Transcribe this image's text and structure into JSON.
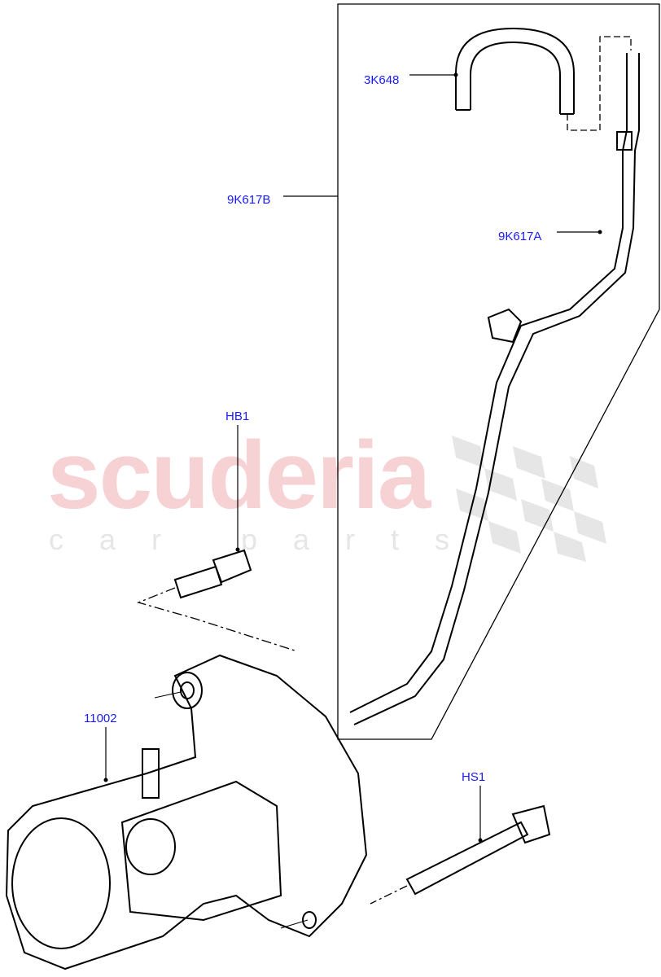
{
  "watermark": {
    "brand": "scuderia",
    "tagline": "car parts",
    "brand_color": "#f7d2d4"
  },
  "labels": {
    "hose_small": "3K648",
    "hose_assembly": "9K617B",
    "hose_main": "9K617A",
    "bolt_hb1": "HB1",
    "starter_motor": "11002",
    "bolt_hs1": "HS1"
  },
  "colors": {
    "label": "#1a1aff",
    "line": "#000000"
  }
}
